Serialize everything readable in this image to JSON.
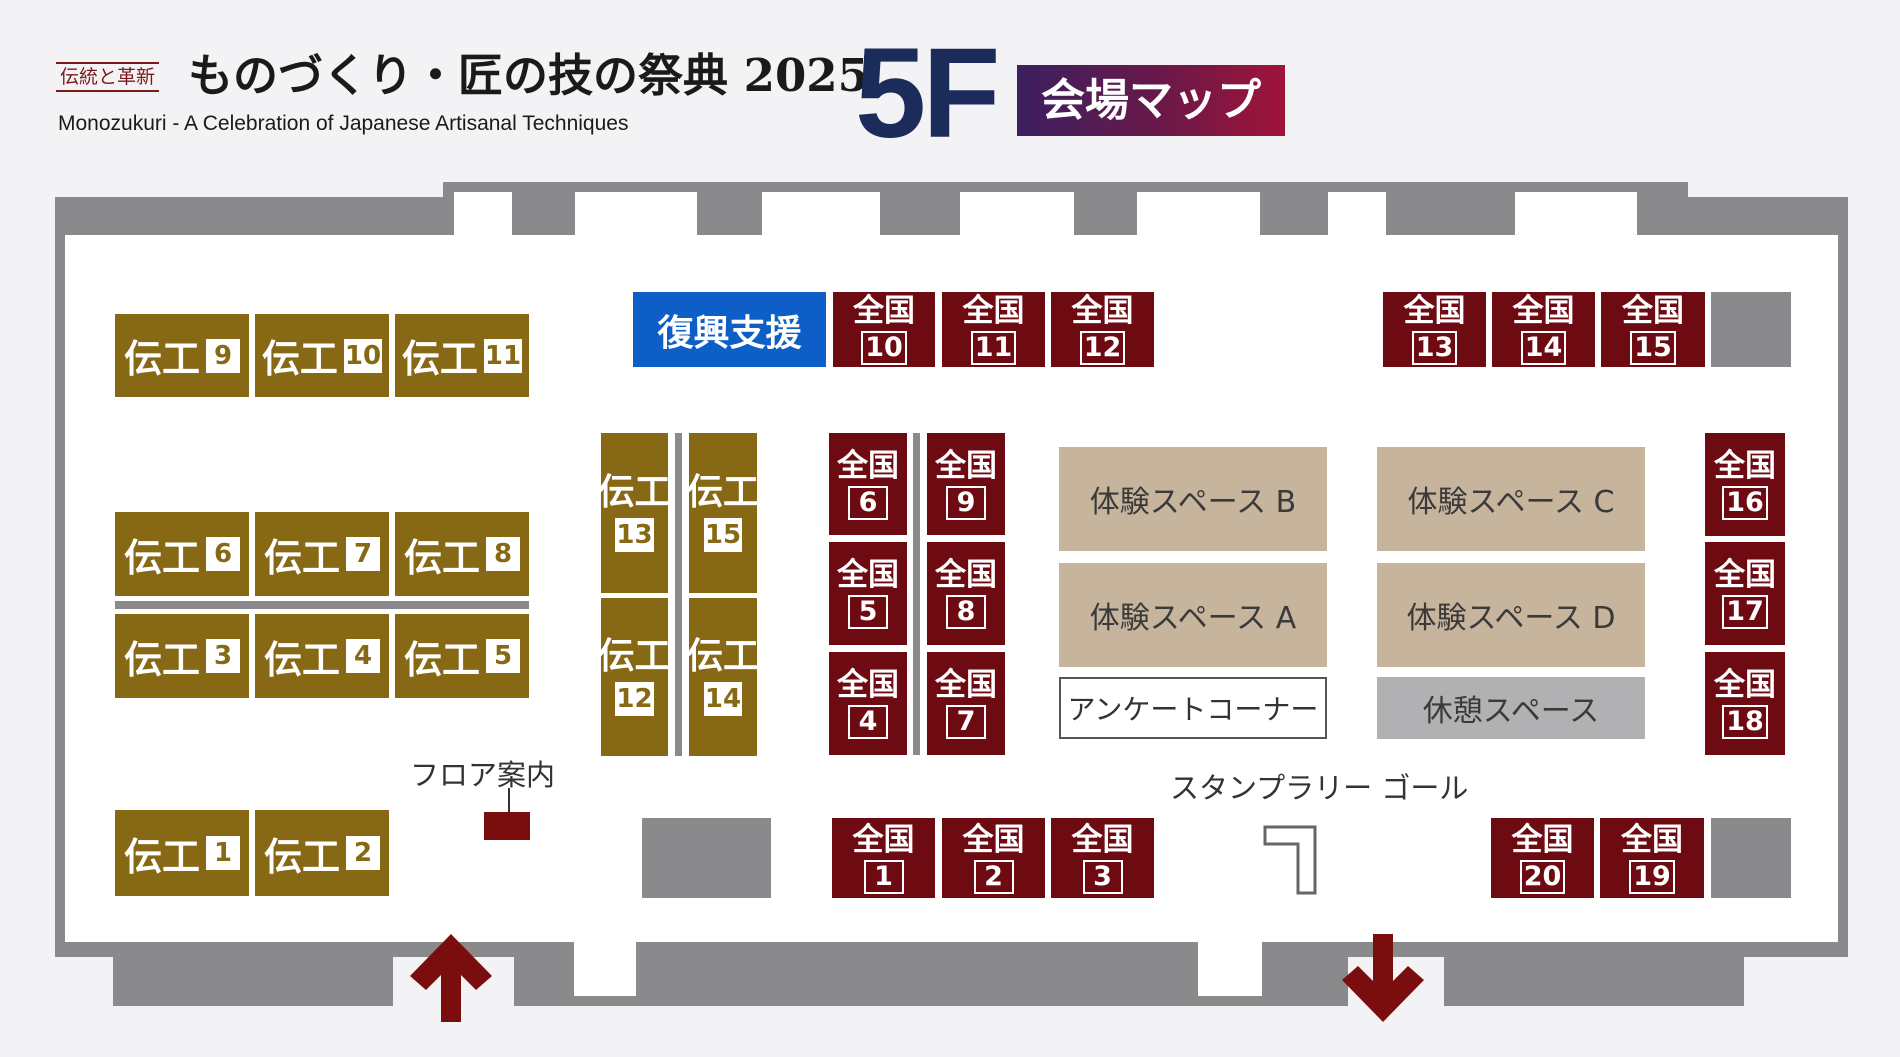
{
  "header": {
    "tagline": "伝統と革新",
    "title": "ものづくり・匠の技の祭典 2025",
    "subtitle": "Monozukuri - A Celebration of Japanese Artisanal Techniques",
    "floor": "5F",
    "map_label": "会場マップ"
  },
  "colors": {
    "dentou_booth": "#876814",
    "zenkoku_booth": "#6d0a12",
    "fukkou_shien": "#0d5ec6",
    "experience_space": "#c7b49c",
    "rest_space": "#b1b1b3",
    "arrow": "#7a0e0e",
    "title_navy": "#1c2c5a"
  },
  "booths": {
    "dentou_prefix": "伝工",
    "dentou": [
      {
        "num": "1"
      },
      {
        "num": "2"
      },
      {
        "num": "3"
      },
      {
        "num": "4"
      },
      {
        "num": "5"
      },
      {
        "num": "6"
      },
      {
        "num": "7"
      },
      {
        "num": "8"
      },
      {
        "num": "9"
      },
      {
        "num": "10"
      },
      {
        "num": "11"
      },
      {
        "num": "12"
      },
      {
        "num": "13"
      },
      {
        "num": "14"
      },
      {
        "num": "15"
      }
    ],
    "zenkoku_prefix": "全国",
    "zenkoku": [
      {
        "num": "1"
      },
      {
        "num": "2"
      },
      {
        "num": "3"
      },
      {
        "num": "4"
      },
      {
        "num": "5"
      },
      {
        "num": "6"
      },
      {
        "num": "7"
      },
      {
        "num": "8"
      },
      {
        "num": "9"
      },
      {
        "num": "10"
      },
      {
        "num": "11"
      },
      {
        "num": "12"
      },
      {
        "num": "13"
      },
      {
        "num": "14"
      },
      {
        "num": "15"
      },
      {
        "num": "16"
      },
      {
        "num": "17"
      },
      {
        "num": "18"
      },
      {
        "num": "19"
      },
      {
        "num": "20"
      }
    ]
  },
  "areas": {
    "fukkou_shien": "復興支援",
    "experience_a": "体験スペース A",
    "experience_b": "体験スペース B",
    "experience_c": "体験スペース C",
    "experience_d": "体験スペース D",
    "survey_corner": "アンケートコーナー",
    "rest_space": "休憩スペース"
  },
  "labels": {
    "floor_guide": "フロア案内",
    "stamp_rally_goal": "スタンプラリー ゴール"
  },
  "icons": {
    "entrance": "arrow-up-icon",
    "exit": "arrow-down-icon",
    "goal_marker": "stamp-goal-icon"
  }
}
